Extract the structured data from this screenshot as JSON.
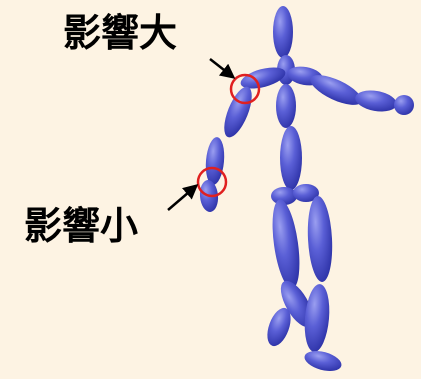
{
  "labels": {
    "high_influence": "影響大",
    "low_influence": "影響小"
  },
  "colors": {
    "background": "#fdf3e3",
    "body_segments": "#5a5fd6",
    "highlight_circle": "#e02020",
    "arrow": "#000000",
    "text": "#000000"
  },
  "figure": {
    "segments": [
      "head",
      "neck",
      "shoulder-left",
      "shoulder-right",
      "upper-arm-left",
      "forearm-left",
      "hand-left",
      "upper-arm-right",
      "forearm-right",
      "hand-right",
      "torso-upper",
      "torso-lower",
      "pelvis-left",
      "pelvis-right",
      "thigh-left",
      "thigh-right",
      "shin-left",
      "shin-right",
      "foot-left",
      "foot-right"
    ],
    "highlighted_joints": [
      "left-shoulder-joint",
      "left-wrist-joint"
    ]
  }
}
